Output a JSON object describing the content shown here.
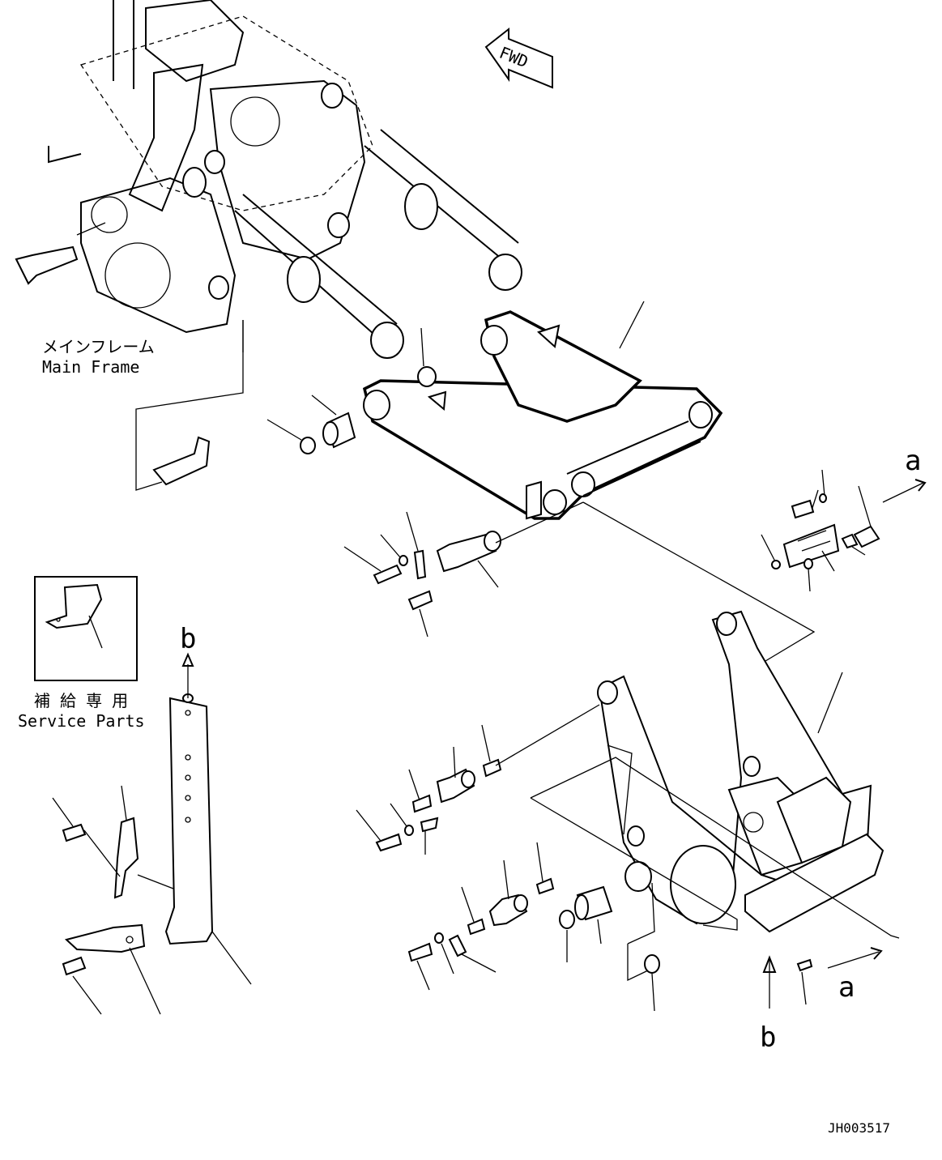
{
  "labels": {
    "main_frame_jp": "メインフレーム",
    "main_frame_en": "Main Frame",
    "service_parts_jp": "補 給 専 用",
    "service_parts_en": "Service Parts",
    "fwd": "FWD",
    "ref_a_top": "a",
    "ref_a_bottom": "a",
    "ref_b_left": "b",
    "ref_b_bottom": "b",
    "drawing_id": "JH003517"
  },
  "colors": {
    "line": "#000000",
    "background": "#ffffff"
  }
}
